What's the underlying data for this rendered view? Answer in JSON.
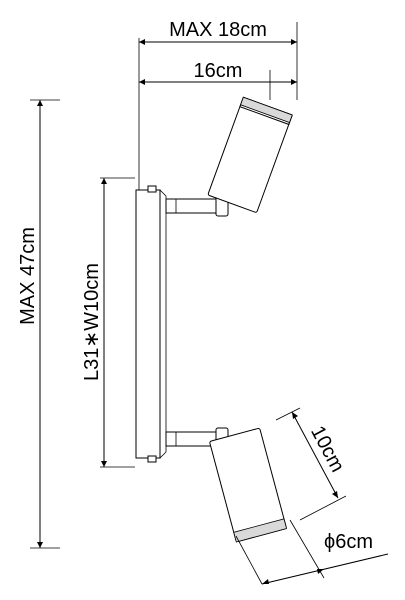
{
  "dimensions": {
    "max_width": "MAX 18cm",
    "width": "16cm",
    "max_height": "MAX 47cm",
    "base_size": "L31∗W10cm",
    "shade_length": "10cm",
    "shade_diameter": "ϕ6cm"
  }
}
